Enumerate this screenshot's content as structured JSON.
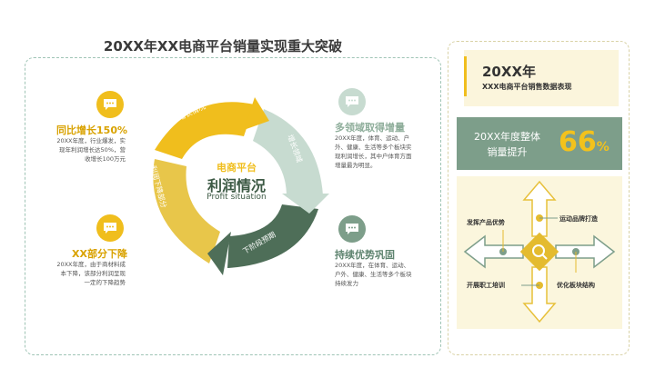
{
  "title": "20XX年XX电商平台销量实现重大突破",
  "center": {
    "line1": "电商平台",
    "line2": "利润情况",
    "line3": "Profit situation"
  },
  "ring": {
    "seg1": "增长情况",
    "seg2": "增长领域",
    "seg3": "下阶段预期",
    "seg4": "利润下降部分"
  },
  "left_blocks": [
    {
      "heading": "同比增长150%",
      "text": [
        "20XX年度，行业爆发，实",
        "现年利润增长达50%，营",
        "收增长100万元"
      ]
    },
    {
      "heading": "XX部分下降",
      "text": [
        "20XX年度，由于商材料成",
        "本下降，该部分利润呈现",
        "一定的下降趋势"
      ]
    }
  ],
  "right_blocks": [
    {
      "heading": "多领域取得增量",
      "text": [
        "20XX年度，体育、运动、户",
        "外、健康、生活等多个板块实",
        "现利润增长，其中户体育方面",
        "增量最为明显。"
      ]
    },
    {
      "heading": "持续优势巩固",
      "text": [
        "20XX年度，在体育、运动、",
        "户外、健康、生活等多个板块",
        "持续发力"
      ]
    }
  ],
  "side": {
    "year_title": "20XX年",
    "subtitle": "XXX电商平台销售数据表现",
    "stat_label_1": "20XX年度整体",
    "stat_label_2": "销量提升",
    "stat_value": "66",
    "stat_unit": "%"
  },
  "diagram": {
    "top_left": "发挥产品优势",
    "top_right": "运动品牌打造",
    "bottom_left": "开展职工培训",
    "bottom_right": "优化板块结构"
  },
  "colors": {
    "yellow": "#f0be1d",
    "green_light": "#c7dbd0",
    "green_dark": "#4e6e58",
    "green_mid": "#7d9e8a"
  }
}
